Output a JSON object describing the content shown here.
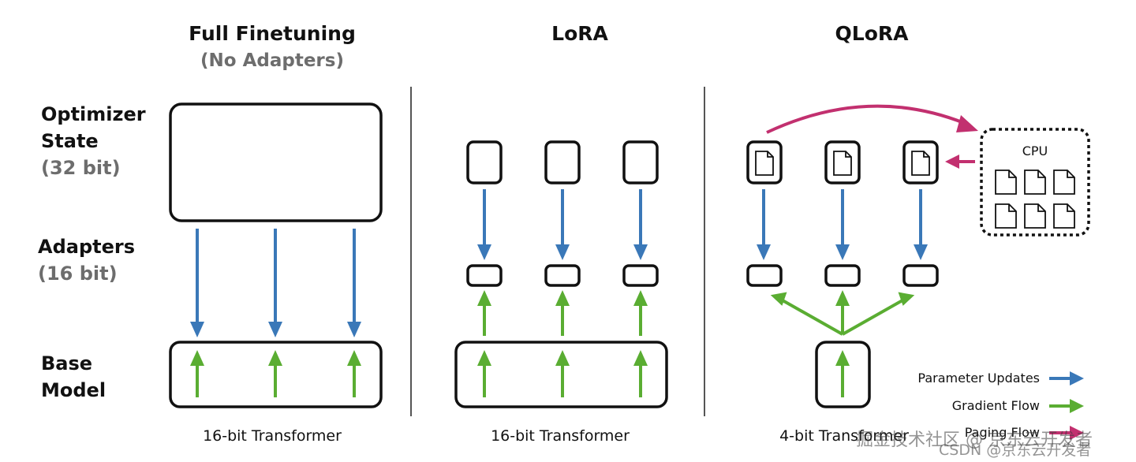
{
  "columns": {
    "full": {
      "title": "Full Finetuning",
      "subtitle": "(No Adapters)",
      "caption": "16-bit Transformer"
    },
    "lora": {
      "title": "LoRA",
      "caption": "16-bit Transformer"
    },
    "qlora": {
      "title": "QLoRA",
      "caption": "4-bit Transformer"
    }
  },
  "row_labels": {
    "optimizer": {
      "line1": "Optimizer",
      "line2": "State",
      "line3": "(32 bit)"
    },
    "adapters": {
      "line1": "Adapters",
      "line2": "(16 bit)"
    },
    "base": {
      "line1": "Base",
      "line2": "Model"
    }
  },
  "cpu_label": "CPU",
  "legend": [
    {
      "label": "Parameter Updates",
      "color": "#3a78b8"
    },
    {
      "label": "Gradient Flow",
      "color": "#5aad32"
    },
    {
      "label": "Paging Flow",
      "color": "#c2306f"
    }
  ],
  "watermark": "掘金技术社区 @ 京东云开发者",
  "watermark2": "CSDN @京东云开发者",
  "colors": {
    "update": "#3a78b8",
    "gradient": "#5aad32",
    "paging": "#c2306f",
    "divider": "#555555"
  }
}
